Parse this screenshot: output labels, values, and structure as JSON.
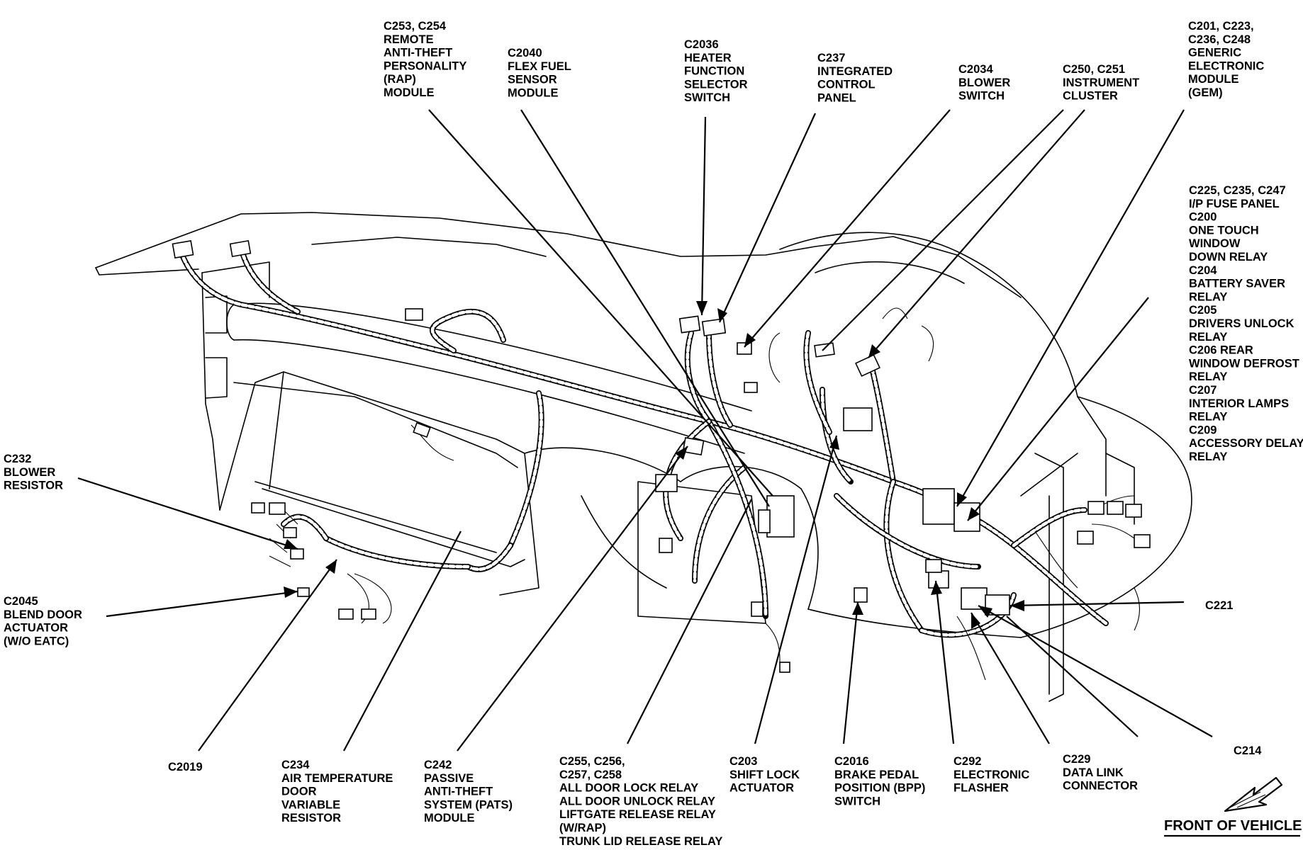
{
  "labels": [
    {
      "id": "c253",
      "lines": [
        "C253, C254",
        "REMOTE",
        "ANTI-THEFT",
        "PERSONALITY",
        "(RAP)",
        "MODULE"
      ]
    },
    {
      "id": "c2040",
      "lines": [
        "C2040",
        "FLEX FUEL",
        "SENSOR",
        "MODULE"
      ]
    },
    {
      "id": "c2036",
      "lines": [
        "C2036",
        "HEATER",
        "FUNCTION",
        "SELECTOR",
        "SWITCH"
      ]
    },
    {
      "id": "c237",
      "lines": [
        "C237",
        "INTEGRATED",
        "CONTROL",
        "PANEL"
      ]
    },
    {
      "id": "c2034",
      "lines": [
        "C2034",
        "BLOWER",
        "SWITCH"
      ]
    },
    {
      "id": "c250",
      "lines": [
        "C250, C251",
        "INSTRUMENT",
        "CLUSTER"
      ]
    },
    {
      "id": "c201",
      "lines": [
        "C201, C223,",
        "C236, C248",
        "GENERIC",
        "ELECTRONIC",
        "MODULE",
        "(GEM)"
      ]
    },
    {
      "id": "c225",
      "lines": [
        "C225, C235, C247",
        "I/P FUSE PANEL",
        "C200",
        "ONE TOUCH",
        "WINDOW",
        "DOWN RELAY",
        "C204",
        "BATTERY SAVER",
        "RELAY",
        "C205",
        "DRIVERS UNLOCK",
        "RELAY",
        "C206 REAR",
        "WINDOW DEFROST",
        "RELAY",
        "C207",
        "INTERIOR LAMPS",
        "RELAY",
        "C209",
        "ACCESSORY DELAY",
        "RELAY"
      ]
    },
    {
      "id": "c232",
      "lines": [
        "C232",
        "BLOWER",
        "RESISTOR"
      ]
    },
    {
      "id": "c2045",
      "lines": [
        "C2045",
        "BLEND DOOR",
        "ACTUATOR",
        "(W/O EATC)"
      ]
    },
    {
      "id": "c221",
      "lines": [
        "C221"
      ]
    },
    {
      "id": "c214",
      "lines": [
        "C214"
      ]
    },
    {
      "id": "c2019",
      "lines": [
        "C2019"
      ]
    },
    {
      "id": "c234",
      "lines": [
        "C234",
        "AIR TEMPERATURE",
        "DOOR",
        "VARIABLE",
        "RESISTOR"
      ]
    },
    {
      "id": "c242",
      "lines": [
        "C242",
        "PASSIVE",
        "ANTI-THEFT",
        "SYSTEM (PATS)",
        "MODULE"
      ]
    },
    {
      "id": "c255",
      "lines": [
        "C255, C256,",
        "C257, C258",
        "ALL DOOR LOCK RELAY",
        "ALL DOOR UNLOCK RELAY",
        "LIFTGATE RELEASE RELAY",
        "(W/RAP)",
        "TRUNK LID RELEASE RELAY"
      ]
    },
    {
      "id": "c203",
      "lines": [
        "C203",
        "SHIFT LOCK",
        "ACTUATOR"
      ]
    },
    {
      "id": "c2016",
      "lines": [
        "C2016",
        "BRAKE PEDAL",
        "POSITION (BPP)",
        "SWITCH"
      ]
    },
    {
      "id": "c292",
      "lines": [
        "C292",
        "ELECTRONIC",
        "FLASHER"
      ]
    },
    {
      "id": "c229",
      "lines": [
        "C229",
        "DATA LINK",
        "CONNECTOR"
      ]
    }
  ],
  "front_of_vehicle": "FRONT OF VEHICLE"
}
